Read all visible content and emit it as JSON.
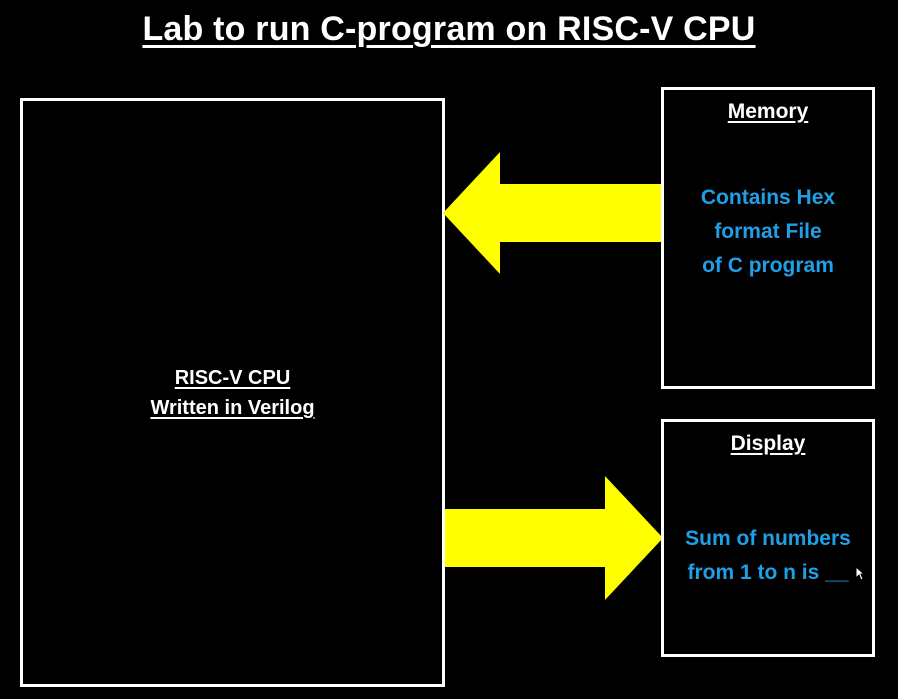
{
  "title": "Lab to run C-program on RISC-V CPU",
  "cpu": {
    "line1": "RISC-V CPU",
    "line2": "Written in Verilog"
  },
  "memory": {
    "heading": "Memory",
    "lines": [
      "Contains Hex",
      "format File",
      "of C program"
    ]
  },
  "display": {
    "heading": "Display",
    "lines": [
      "Sum of numbers",
      "from 1 to n is __"
    ]
  },
  "colors": {
    "background": "#000000",
    "box_border": "#ffffff",
    "arrow": "#ffff00",
    "body_text": "#1fa0e6",
    "heading_text": "#ffffff"
  },
  "icons": {
    "cursor": "mouse-pointer-icon"
  }
}
